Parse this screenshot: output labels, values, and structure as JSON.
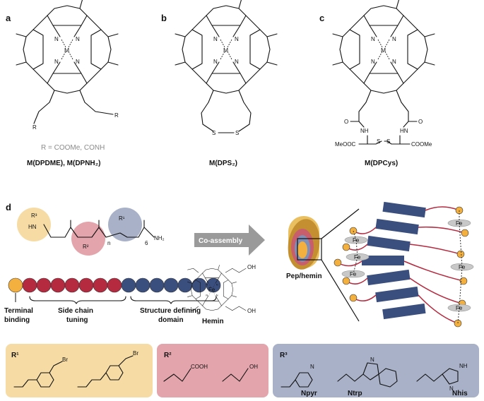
{
  "panels": {
    "a": {
      "label": "a",
      "metal": "M",
      "r_note": "R = COOMe, CONH",
      "caption": "M(DPDME), M(DPNH₂)",
      "r_label": "R"
    },
    "b": {
      "label": "b",
      "metal": "M",
      "caption": "M(DPS₂)",
      "s1": "S",
      "s2": "S"
    },
    "c": {
      "label": "c",
      "metal": "M",
      "caption": "M(DPCys)",
      "nh1": "NH",
      "nh2": "HN",
      "o1": "O",
      "o2": "O",
      "ester1": "MeOOC",
      "ester2": "COOMe",
      "s1": "S",
      "s2": "S"
    },
    "d": {
      "label": "d",
      "peptoid": {
        "r3": "R³",
        "r2": "R²",
        "r1": "R¹",
        "n_sub": "n",
        "six_sub": "6",
        "nh2": "NH₂",
        "hn": "HN"
      },
      "arrow_label": "Co-assembly",
      "hemin": {
        "caption": "Hemin",
        "fe": "Fe",
        "oh": "OH"
      },
      "pephemin": "Pep/hemin",
      "fe_label": "Fe",
      "segments": [
        "Terminal binding",
        "Side chain tuning",
        "Structure defining domain"
      ],
      "terminal_lines": [
        "Terminal",
        "binding"
      ],
      "side_lines": [
        "Side chain",
        "tuning"
      ],
      "struct_lines": [
        "Structure defining",
        "domain"
      ]
    },
    "bottom": {
      "r1": {
        "label": "R¹",
        "br": "Br"
      },
      "r2": {
        "label": "R²",
        "cooh": "COOH",
        "oh": "OH"
      },
      "r3": {
        "label": "R³",
        "names": [
          "Npyr",
          "Ntrp",
          "Nhis"
        ],
        "n": "N",
        "nh": "NH"
      }
    }
  },
  "colors": {
    "yellow": "#f6dca4",
    "red": "#b52a3f",
    "pink": "#e3a4ab",
    "blue": "#3b4f7e",
    "lightblue": "#a8b1c8",
    "orange": "#f3b03f",
    "gray_arrow": "#9a9a9a"
  }
}
